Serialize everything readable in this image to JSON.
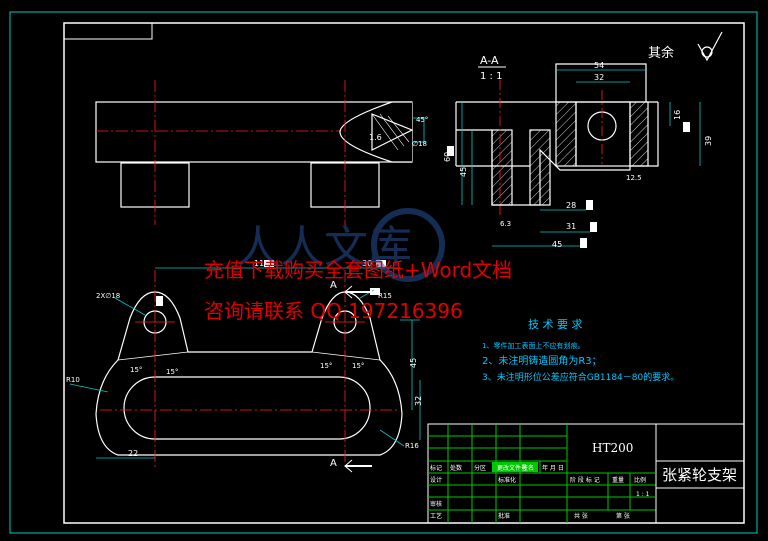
{
  "title_block": {
    "material": "HT200",
    "part_name": "张紧轮支架",
    "scale": "1 : 1",
    "rows": {
      "marks": "标记",
      "count": "处数",
      "zone": "分区",
      "change_doc": "更改文件号",
      "signature": "签名",
      "date": "年 月 日",
      "design": "设计",
      "standardize": "标准化",
      "stage_mark": "阶 段 标 记",
      "weight": "重量",
      "ratio": "比例",
      "review": "审核",
      "process": "工艺",
      "approve": "批准",
      "sheets_total": "共   张",
      "sheet_no": "第   张"
    }
  },
  "section_view": {
    "label": "A-A",
    "scale": "1 : 1",
    "dims": {
      "width_top": "54",
      "width_inner": "32",
      "height_right_top": "16",
      "height_right": "39",
      "height_left": "60",
      "height_inner": "45",
      "dim_28": "28",
      "dim_31": "31",
      "dim_45": "45",
      "rough_a": "12.5",
      "rough_b": "6.3"
    }
  },
  "roughness_note": "其余",
  "front_view": {
    "dims": {
      "d_small": "1.6",
      "angle": "45°",
      "hole": "∅18"
    }
  },
  "top_view": {
    "dims": {
      "d110": "110",
      "d30": "30",
      "r15": "R15",
      "hole_note": "2X∅18",
      "r10": "R10",
      "ang_left_1": "15°",
      "ang_left_2": "15°",
      "ang_right_1": "15°",
      "ang_right_2": "15°",
      "d45": "45",
      "d32": "32",
      "d22": "22",
      "r16": "R16"
    },
    "section_mark": "A"
  },
  "tech_requirements": {
    "title": "技 术 要 求",
    "items": [
      "1、零件加工表面上不应有划痕。",
      "2、未注明铸造圆角为R3；",
      "3、未注明形位公差应符合GB1184－80的要求。"
    ]
  },
  "watermark": {
    "line1": "充值下载购买全套图纸+Word文档",
    "line2": "咨询请联系 QQ 197216396"
  }
}
